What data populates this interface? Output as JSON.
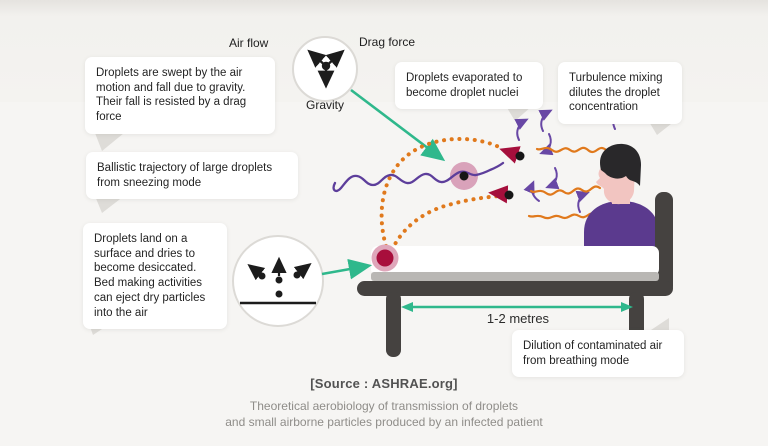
{
  "force_diagram": {
    "air_flow": "Air flow",
    "drag_force": "Drag force",
    "gravity": "Gravity"
  },
  "callouts": {
    "swept": "Droplets are swept by the air motion and fall due to gravity. Their fall is resisted by a drag force",
    "evaporated": "Droplets evaporated to become droplet nuclei",
    "turbulence": "Turbulence mixing dilutes the droplet concentration",
    "ballistic": "Ballistic trajectory of large droplets from sneezing mode",
    "land": "Droplets land on a surface and dries to become desiccated. Bed making activities can eject dry particles into the air",
    "dilution": "Dilution of contaminated air from breathing mode"
  },
  "bed": {
    "distance_label": "1-2 metres"
  },
  "footer": {
    "source": "[Source : ASHRAE.org]",
    "caption_line1": "Theoretical aerobiology of transmission of droplets",
    "caption_line2": "and small airborne particles produced by an infected patient"
  },
  "icons": {
    "force_balance": "force-balance-icon",
    "surface_ejection": "surface-ejection-icon"
  },
  "colors": {
    "background": "#f6f5f3",
    "green_arrow": "#2fb88c",
    "orange_trajectory": "#e0791c",
    "purple_path": "#5d3e9b",
    "purple_shirt": "#5b3a8e",
    "crimson_droplet": "#a80e3c",
    "pink_halo": "#d9a2ba",
    "bed_frame": "#454240"
  }
}
